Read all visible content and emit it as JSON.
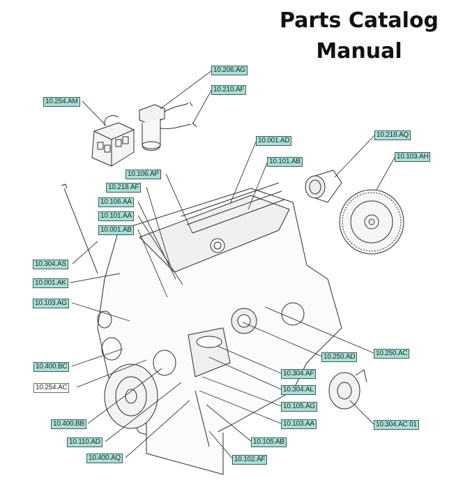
{
  "title": {
    "line1": "Parts Catalog",
    "line2": "Manual"
  },
  "colors": {
    "label_bg": "#a9e0d6",
    "label_border": "#3c5a5a",
    "line": "#333333"
  },
  "callouts": [
    {
      "id": "c1",
      "text": "10.206.AG"
    },
    {
      "id": "c2",
      "text": "10.210.AF"
    },
    {
      "id": "c3",
      "text": "10.254.AM"
    },
    {
      "id": "c4",
      "text": "10.218.AQ"
    },
    {
      "id": "c5",
      "text": "10.103.AH"
    },
    {
      "id": "c6",
      "text": "10.001.AD"
    },
    {
      "id": "c7",
      "text": "10.101.AB"
    },
    {
      "id": "c8",
      "text": "10.106.AP"
    },
    {
      "id": "c9",
      "text": "10.218.AF"
    },
    {
      "id": "c10",
      "text": "10.106.AA"
    },
    {
      "id": "c11",
      "text": "10.101.AA"
    },
    {
      "id": "c12",
      "text": "10.001.AB"
    },
    {
      "id": "c13",
      "text": "10.304.AS"
    },
    {
      "id": "c14",
      "text": "10.001.AK"
    },
    {
      "id": "c15",
      "text": "10.103.AG"
    },
    {
      "id": "c16",
      "text": "10.250.AC"
    },
    {
      "id": "c17",
      "text": "10.250.AD"
    },
    {
      "id": "c18",
      "text": "10.400.BC"
    },
    {
      "id": "c19",
      "text": "10.254.AC"
    },
    {
      "id": "c20",
      "text": "10.304.AF"
    },
    {
      "id": "c21",
      "text": "10.304.AL"
    },
    {
      "id": "c22",
      "text": "10.105.AG"
    },
    {
      "id": "c23",
      "text": "10.400.BB"
    },
    {
      "id": "c24",
      "text": "10.103.AA"
    },
    {
      "id": "c25",
      "text": "10.304.AC 01"
    },
    {
      "id": "c26",
      "text": "10.110.AD"
    },
    {
      "id": "c27",
      "text": "10.105.AB"
    },
    {
      "id": "c28",
      "text": "10.400.AQ"
    },
    {
      "id": "c29",
      "text": "10.102.AF"
    }
  ]
}
